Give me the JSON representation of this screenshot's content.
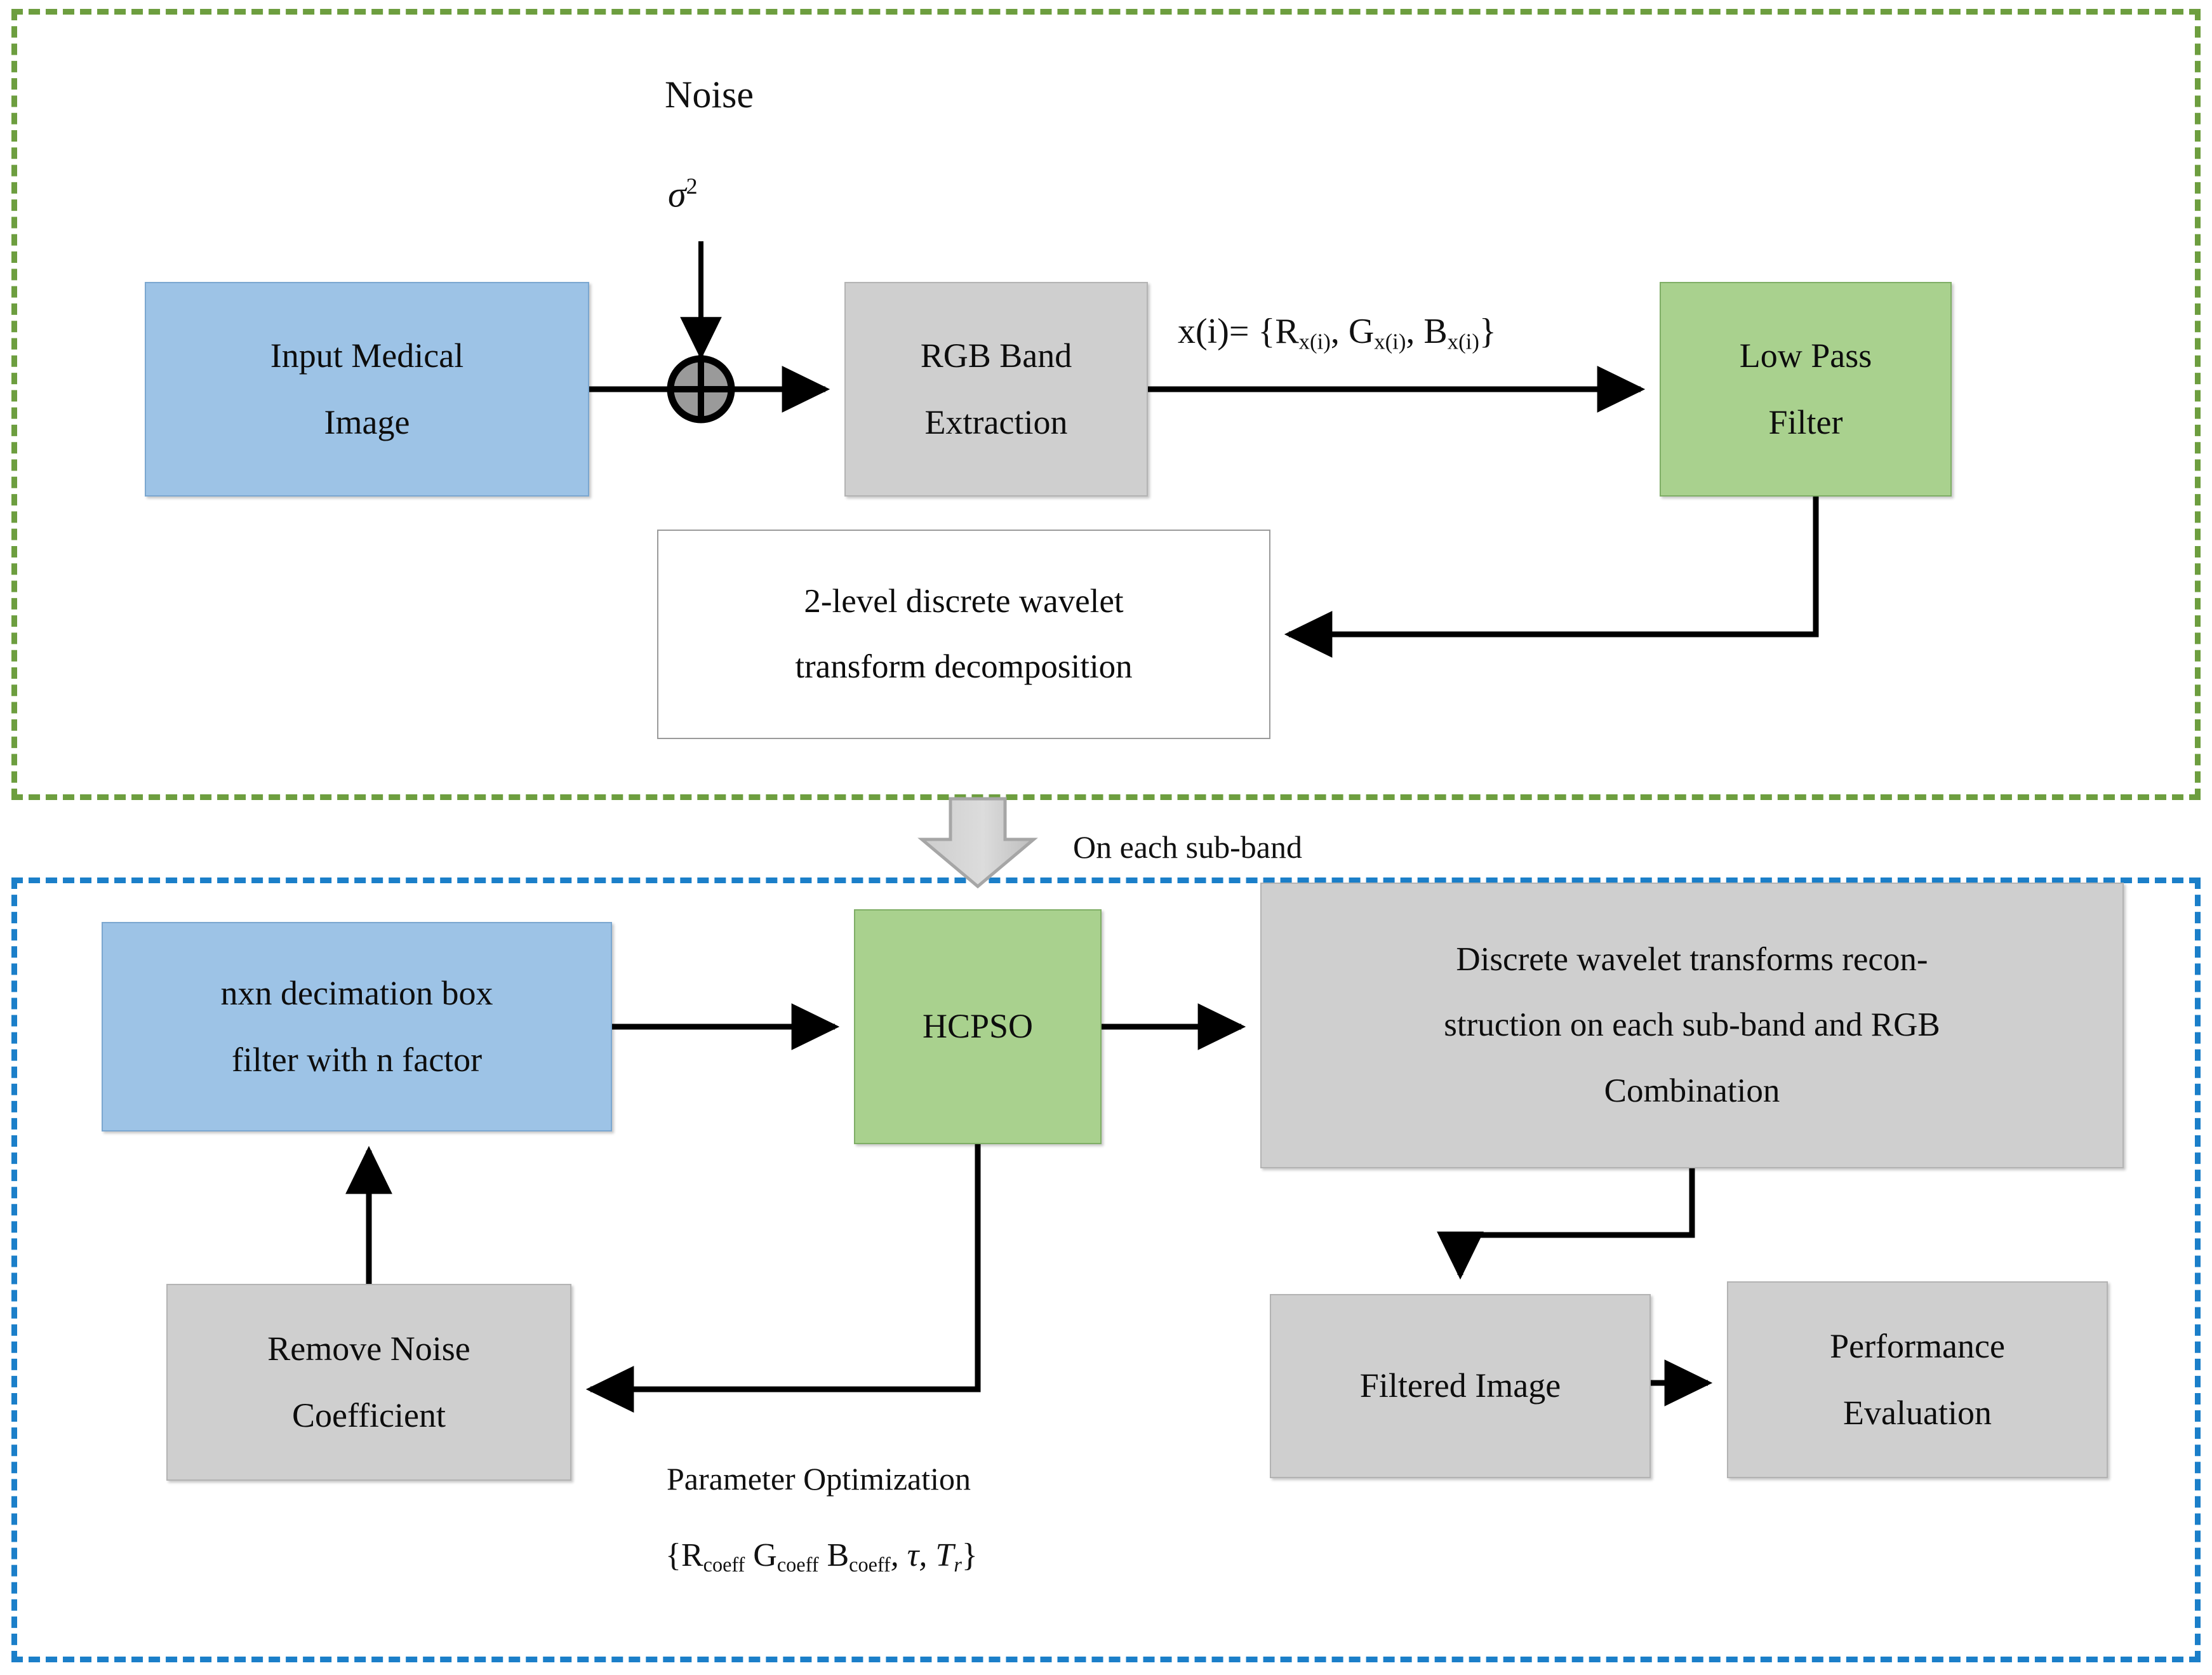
{
  "diagram": {
    "title": "Medical image denoising HCPSO flowchart",
    "colors": {
      "panel_top_border": "#6d9e3f",
      "panel_bottom_border": "#1b7fc9",
      "blue_fill": "#9dc3e6",
      "grey_fill": "#cfcfcf",
      "green_fill": "#a9d18e",
      "white_fill": "#ffffff",
      "connector": "#000000",
      "block_arrow": "#c8c8c8"
    }
  },
  "top_panel": {
    "nodes": {
      "input_medical_image": {
        "line1": "Input Medical",
        "line2": "Image"
      },
      "rgb_band_extraction": {
        "line1": "RGB Band",
        "line2": "Extraction"
      },
      "low_pass_filter": {
        "line1": "Low Pass",
        "line2": "Filter"
      },
      "wavelet_decomposition": {
        "line1": "2-level discrete wavelet",
        "line2": "transform decomposition"
      }
    },
    "labels": {
      "noise": "Noise",
      "sigma": "σ",
      "sigma_exponent": "2",
      "xi_prefix": "x(i)= {R",
      "xi_sub1": "x(i)",
      "xi_mid1": ", G",
      "xi_sub2": "x(i)",
      "xi_mid2": ", B",
      "xi_sub3": "x(i)",
      "xi_suffix": "}"
    }
  },
  "transition": {
    "block_arrow_label": "On each sub-band"
  },
  "bottom_panel": {
    "nodes": {
      "decimation_filter": {
        "line1": "nxn decimation box",
        "line2": "filter with n factor"
      },
      "hcpso": {
        "line1": "HCPSO"
      },
      "dwt_reconstruction": {
        "line1": "Discrete wavelet transforms recon-",
        "line2": "struction on each sub-band and RGB",
        "line3": "Combination"
      },
      "remove_noise_coefficient": {
        "line1": "Remove Noise",
        "line2": "Coefficient"
      },
      "filtered_image": {
        "line1": "Filtered Image"
      },
      "performance_evaluation": {
        "line1": "Performance",
        "line2": "Evaluation"
      }
    },
    "labels": {
      "parameter_optimization": "Parameter Optimization",
      "param_open": "{R",
      "param_sub1": "coeff",
      "param_g": "G",
      "param_sub2": "coeff",
      "param_b": "B",
      "param_sub3": "coeff",
      "param_tau": ", τ,",
      "param_T": "T",
      "param_T_sub": "r",
      "param_close": "}"
    }
  }
}
